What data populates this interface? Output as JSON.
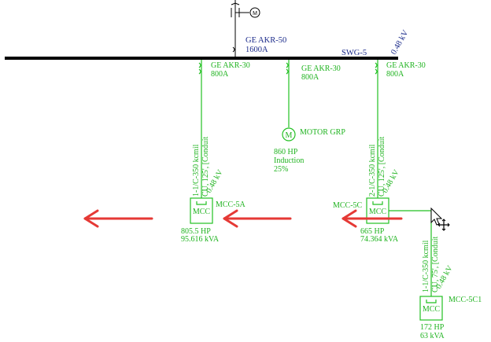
{
  "colors": {
    "bus": "#000000",
    "equipment": "#22c022",
    "label_main": "#1a2a8a",
    "arrow": "#e53935"
  },
  "main_breaker": {
    "name": "GE AKR-50",
    "rating": "1600A",
    "meter_symbol": "M"
  },
  "bus": {
    "name": "SWG-5",
    "voltage": "0.48 kV"
  },
  "branches": {
    "mcc5a": {
      "breaker_name": "GE AKR-30",
      "breaker_rating": "800A",
      "cable_line1": "1-1/C-350 kcmil",
      "cable_line2": "CU, 125', [Conduit",
      "voltage": "0.48 kV",
      "box_label": "MCC",
      "name": "MCC-5A",
      "hp": "805.5 HP",
      "kva": "95.616 kVA"
    },
    "motor": {
      "breaker_name": "GE AKR-30",
      "breaker_rating": "800A",
      "symbol": "M",
      "name": "MOTOR GRP",
      "hp": "860 HP",
      "type": "Induction",
      "percent": "25%"
    },
    "mcc5c": {
      "breaker_name": "GE AKR-30",
      "breaker_rating": "800A",
      "cable_line1": "2-1/C-350 kcmil",
      "cable_line2": "CU, 125', [Conduit",
      "voltage": "0.48 kV",
      "box_label": "MCC",
      "name": "MCC-5C",
      "hp": "665 HP",
      "kva": "74.364 kVA"
    },
    "mcc5c1": {
      "cable_line1": "1-1/C-350 kcmil",
      "cable_line2": "CU, 75', [Conduit",
      "voltage": "0.48 kV",
      "box_label": "MCC",
      "name": "MCC-5C1",
      "hp": "172 HP",
      "kva": "63 kVA"
    }
  }
}
